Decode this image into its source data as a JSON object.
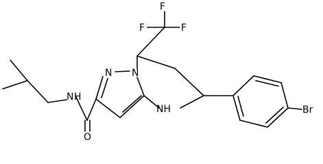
{
  "molecule": {
    "atoms": {
      "fluorine_top": "F",
      "fluorine_left": "F",
      "fluorine_right": "F",
      "ring_nitrogen_double": "N",
      "ring_nitrogen_bridge": "N",
      "amide_nitrogen": "N",
      "amide_hydrogen": "H",
      "oxygen": "O",
      "amine_label": "NH",
      "bromine": "Br"
    }
  }
}
